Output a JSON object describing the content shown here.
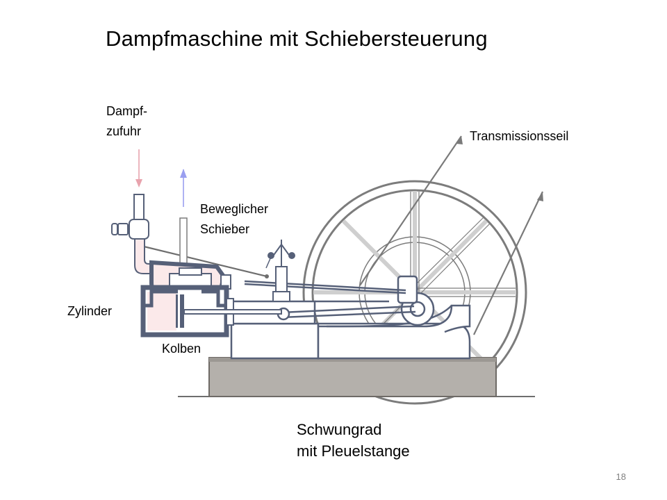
{
  "slide": {
    "title": "Dampfmaschine mit Schiebersteuerung",
    "page_number": "18"
  },
  "labels": {
    "steam_supply_line1": "Dampf-",
    "steam_supply_line2": "zufuhr",
    "transmission_rope": "Transmissionsseil",
    "slide_valve_line1": "Beweglicher",
    "slide_valve_line2": "Schieber",
    "cylinder": "Zylinder",
    "piston": "Kolben",
    "flywheel_line1": "Schwungrad",
    "flywheel_line2": "mit Pleuelstange"
  },
  "colors": {
    "steam_in_arrow": "#e8a3ad",
    "steam_out_arrow": "#9a9ff0",
    "machine_outline": "#566078",
    "base_fill": "#b4b0ab",
    "steam_fill": "#fbe9ea",
    "wheel_stroke": "#7c7c7c"
  }
}
